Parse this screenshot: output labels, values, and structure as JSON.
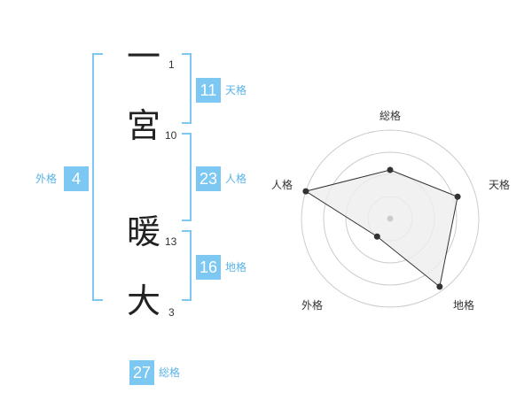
{
  "name": {
    "chars": [
      "一",
      "宮",
      "暖",
      "大"
    ],
    "strokes": [
      "1",
      "10",
      "13",
      "3"
    ]
  },
  "fortune": {
    "tenkaku": {
      "value": "11",
      "label": "天格"
    },
    "jinkaku": {
      "value": "23",
      "label": "人格"
    },
    "chikaku": {
      "value": "16",
      "label": "地格"
    },
    "gaikaku": {
      "value": "4",
      "label": "外格"
    },
    "soukaku": {
      "value": "27",
      "label": "総格"
    }
  },
  "radar": {
    "labels": {
      "total": "総格",
      "heaven": "天格",
      "person": "人格",
      "earth": "地格",
      "outer": "外格"
    },
    "levels": 4,
    "scores": {
      "total": 0.55,
      "heaven": 0.8,
      "earth": 0.95,
      "outer": 0.25,
      "person": 1.0
    },
    "colors": {
      "grid": "#cccccc",
      "fill": "#eeeeee",
      "line": "#333333",
      "point": "#333333",
      "center": "#cccccc"
    }
  }
}
